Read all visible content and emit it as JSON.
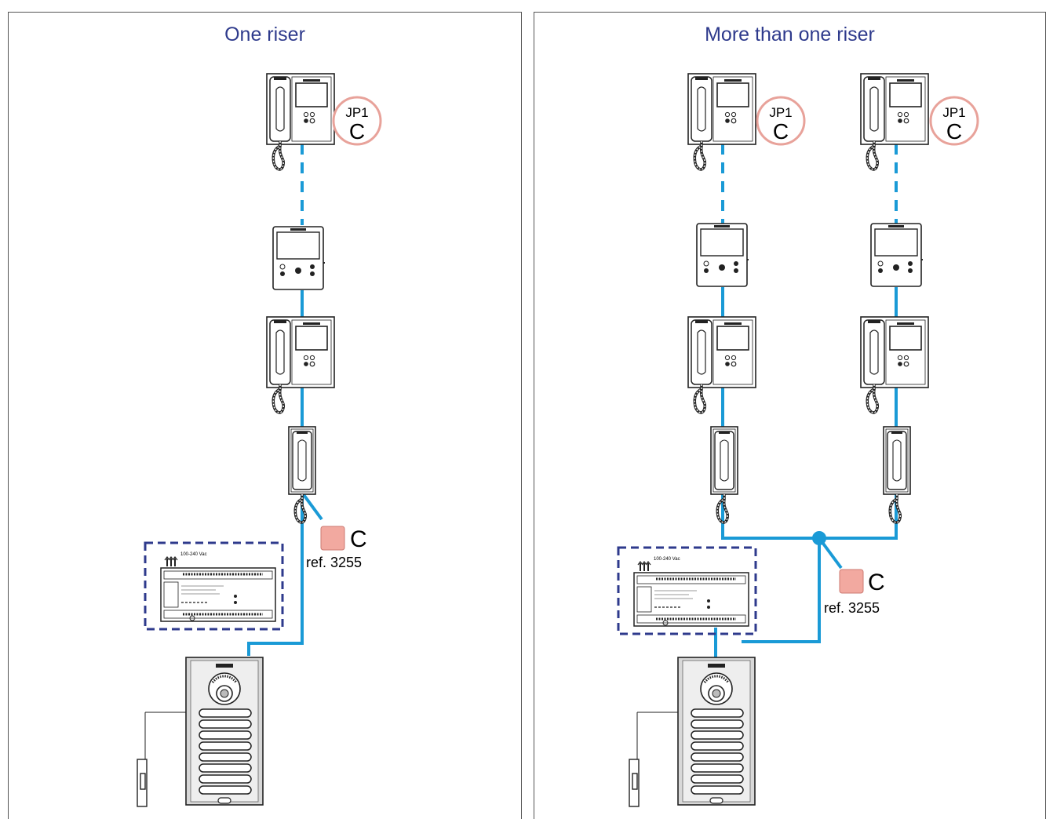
{
  "colors": {
    "wire": "#1a9ad6",
    "title": "#2e3a8c",
    "jumper_circle": "#e8a29a",
    "resistor": "#f2a9a0",
    "power_box": "#2e3a8c",
    "outline": "#333333"
  },
  "panels": {
    "left": {
      "title": "One riser"
    },
    "right": {
      "title": "More than one riser"
    }
  },
  "labels": {
    "jumper_top": "JP1",
    "jumper_bottom": "C",
    "resistor_letter": "C",
    "resistor_ref": "ref. 3255",
    "psu_voltage": "100-240 Vac"
  },
  "icons": [
    "video-monitor-handset-icon",
    "video-monitor-handsfree-icon",
    "telephone-icon",
    "power-supply-icon",
    "door-panel-icon",
    "lock-release-icon",
    "end-of-line-resistor-icon"
  ]
}
